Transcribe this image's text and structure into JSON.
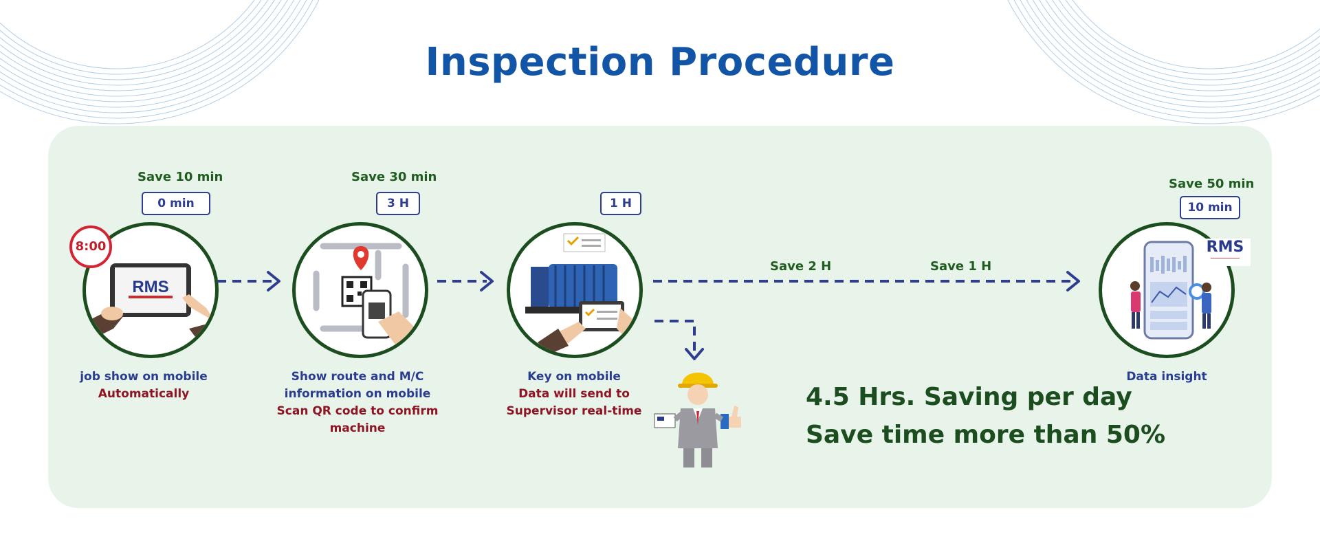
{
  "title": "Inspection Procedure",
  "steps": [
    {
      "save": "Save 10 min",
      "time": "0 min",
      "clock": "8:00",
      "screen_text": "RMS",
      "caption_lines": [
        {
          "text": "job show on mobile",
          "color": "#2a3c8f"
        },
        {
          "text": "Automatically",
          "color": "#8f1424"
        }
      ]
    },
    {
      "save": "Save 30 min",
      "time": "3 H",
      "caption_lines": [
        {
          "text": "Show route and M/C",
          "color": "#2a3c8f"
        },
        {
          "text": "information on mobile",
          "color": "#2a3c8f"
        },
        {
          "text": "Scan QR code to confirm",
          "color": "#8f1424"
        },
        {
          "text": "machine",
          "color": "#8f1424"
        }
      ]
    },
    {
      "time": "1 H",
      "caption_lines": [
        {
          "text": "Key on mobile",
          "color": "#2a3c8f"
        },
        {
          "text": "Data will send to",
          "color": "#8f1424"
        },
        {
          "text": "Supervisor real-time",
          "color": "#8f1424"
        }
      ]
    },
    {
      "save": "Save 50 min",
      "time": "10 min",
      "logo": "RMS",
      "caption_lines": [
        {
          "text": "Data insight",
          "color": "#2a3c8f"
        }
      ]
    }
  ],
  "connector_labels": {
    "save_a": "Save 2 H",
    "save_b": "Save 1 H"
  },
  "summary": {
    "line1": "4.5 Hrs. Saving per day",
    "line2": "Save time more than 50%"
  },
  "colors": {
    "title": "#1254a6",
    "panel": "#e8f4ea",
    "circle_border": "#1b4d1f",
    "save_text": "#1f5c1f",
    "badge": "#2e3d8f",
    "arrow": "#2e3d8f"
  }
}
